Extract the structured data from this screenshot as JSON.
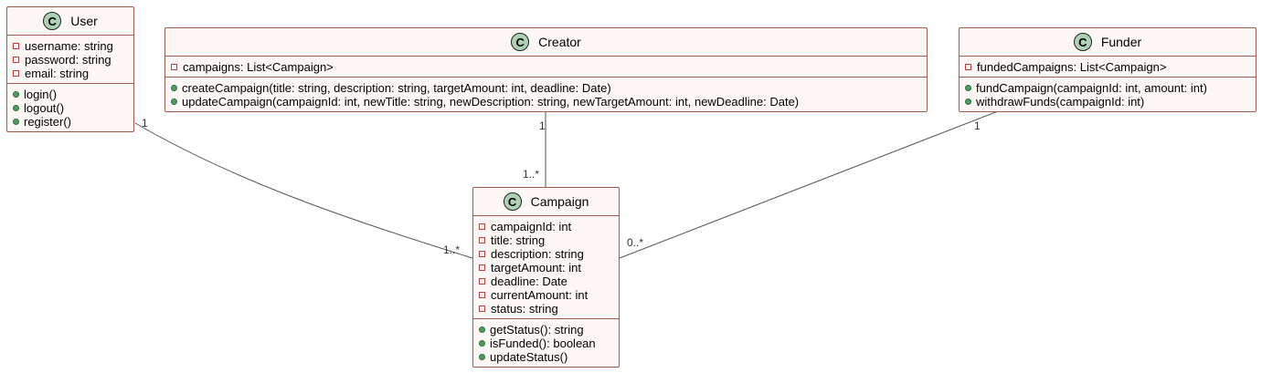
{
  "classes": {
    "user": {
      "name": "User",
      "attributes": [
        "username: string",
        "password: string",
        "email: string"
      ],
      "methods": [
        "login()",
        "logout()",
        "register()"
      ]
    },
    "creator": {
      "name": "Creator",
      "attributes": [
        "campaigns: List<Campaign>"
      ],
      "methods": [
        "createCampaign(title: string, description: string, targetAmount: int, deadline: Date)",
        "updateCampaign(campaignId: int, newTitle: string, newDescription: string, newTargetAmount: int, newDeadline: Date)"
      ]
    },
    "funder": {
      "name": "Funder",
      "attributes": [
        "fundedCampaigns: List<Campaign>"
      ],
      "methods": [
        "fundCampaign(campaignId: int, amount: int)",
        "withdrawFunds(campaignId: int)"
      ]
    },
    "campaign": {
      "name": "Campaign",
      "attributes": [
        "campaignId: int",
        "title: string",
        "description: string",
        "targetAmount: int",
        "deadline: Date",
        "currentAmount: int",
        "status: string"
      ],
      "methods": [
        "getStatus(): string",
        "isFunded(): boolean",
        "updateStatus()"
      ]
    }
  },
  "class_badge": "C",
  "multiplicities": {
    "user_end": "1",
    "user_campaign_end": "1..*",
    "creator_end": "1",
    "creator_campaign_end": "1..*",
    "funder_end": "1",
    "funder_campaign_end": "0..*"
  },
  "colors": {
    "class_fill": "#fdf8f6",
    "class_border": "#a05a50",
    "badge_fill": "#add1b2",
    "private_marker": "#c04040",
    "public_marker": "#4f9d5d",
    "line": "#555555"
  }
}
